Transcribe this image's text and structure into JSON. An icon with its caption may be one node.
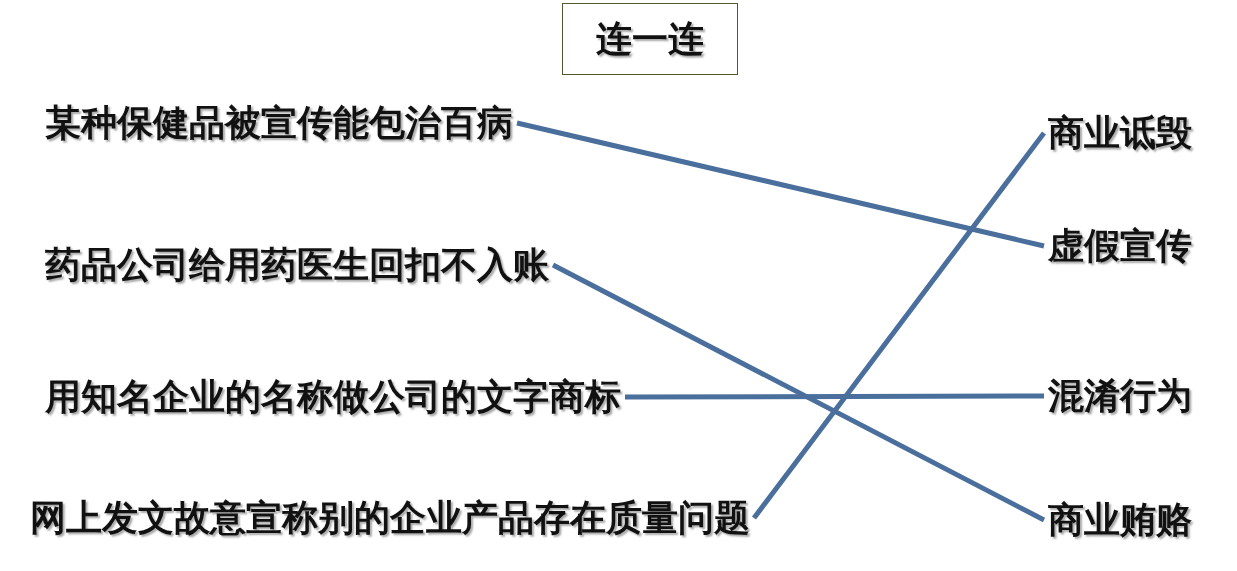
{
  "diagram": {
    "title": "连一连",
    "nodes": [
      {
        "text": [
          "某种保健品被宣传能包治百病"
        ]
      },
      {
        "text": [
          "药品公司给用药医生回扣不入账"
        ]
      },
      {
        "text": [
          "用知名企业的名称做公司的文字商标"
        ]
      },
      {
        "text": [
          "网上发文故意宣称别的企业产品存在质量问题"
        ]
      },
      {
        "text": [
          "商业诋毁"
        ]
      },
      {
        "text": [
          "虚假宣传"
        ]
      },
      {
        "text": [
          "混淆行为"
        ]
      },
      {
        "text": [
          "商业贿赂"
        ]
      }
    ],
    "edges": [
      {
        "from": 0,
        "to": 5,
        "arrow": "none"
      },
      {
        "from": 1,
        "to": 7,
        "arrow": "none"
      },
      {
        "from": 2,
        "to": 6,
        "arrow": "none"
      },
      {
        "from": 3,
        "to": 4,
        "arrow": "none"
      }
    ]
  }
}
